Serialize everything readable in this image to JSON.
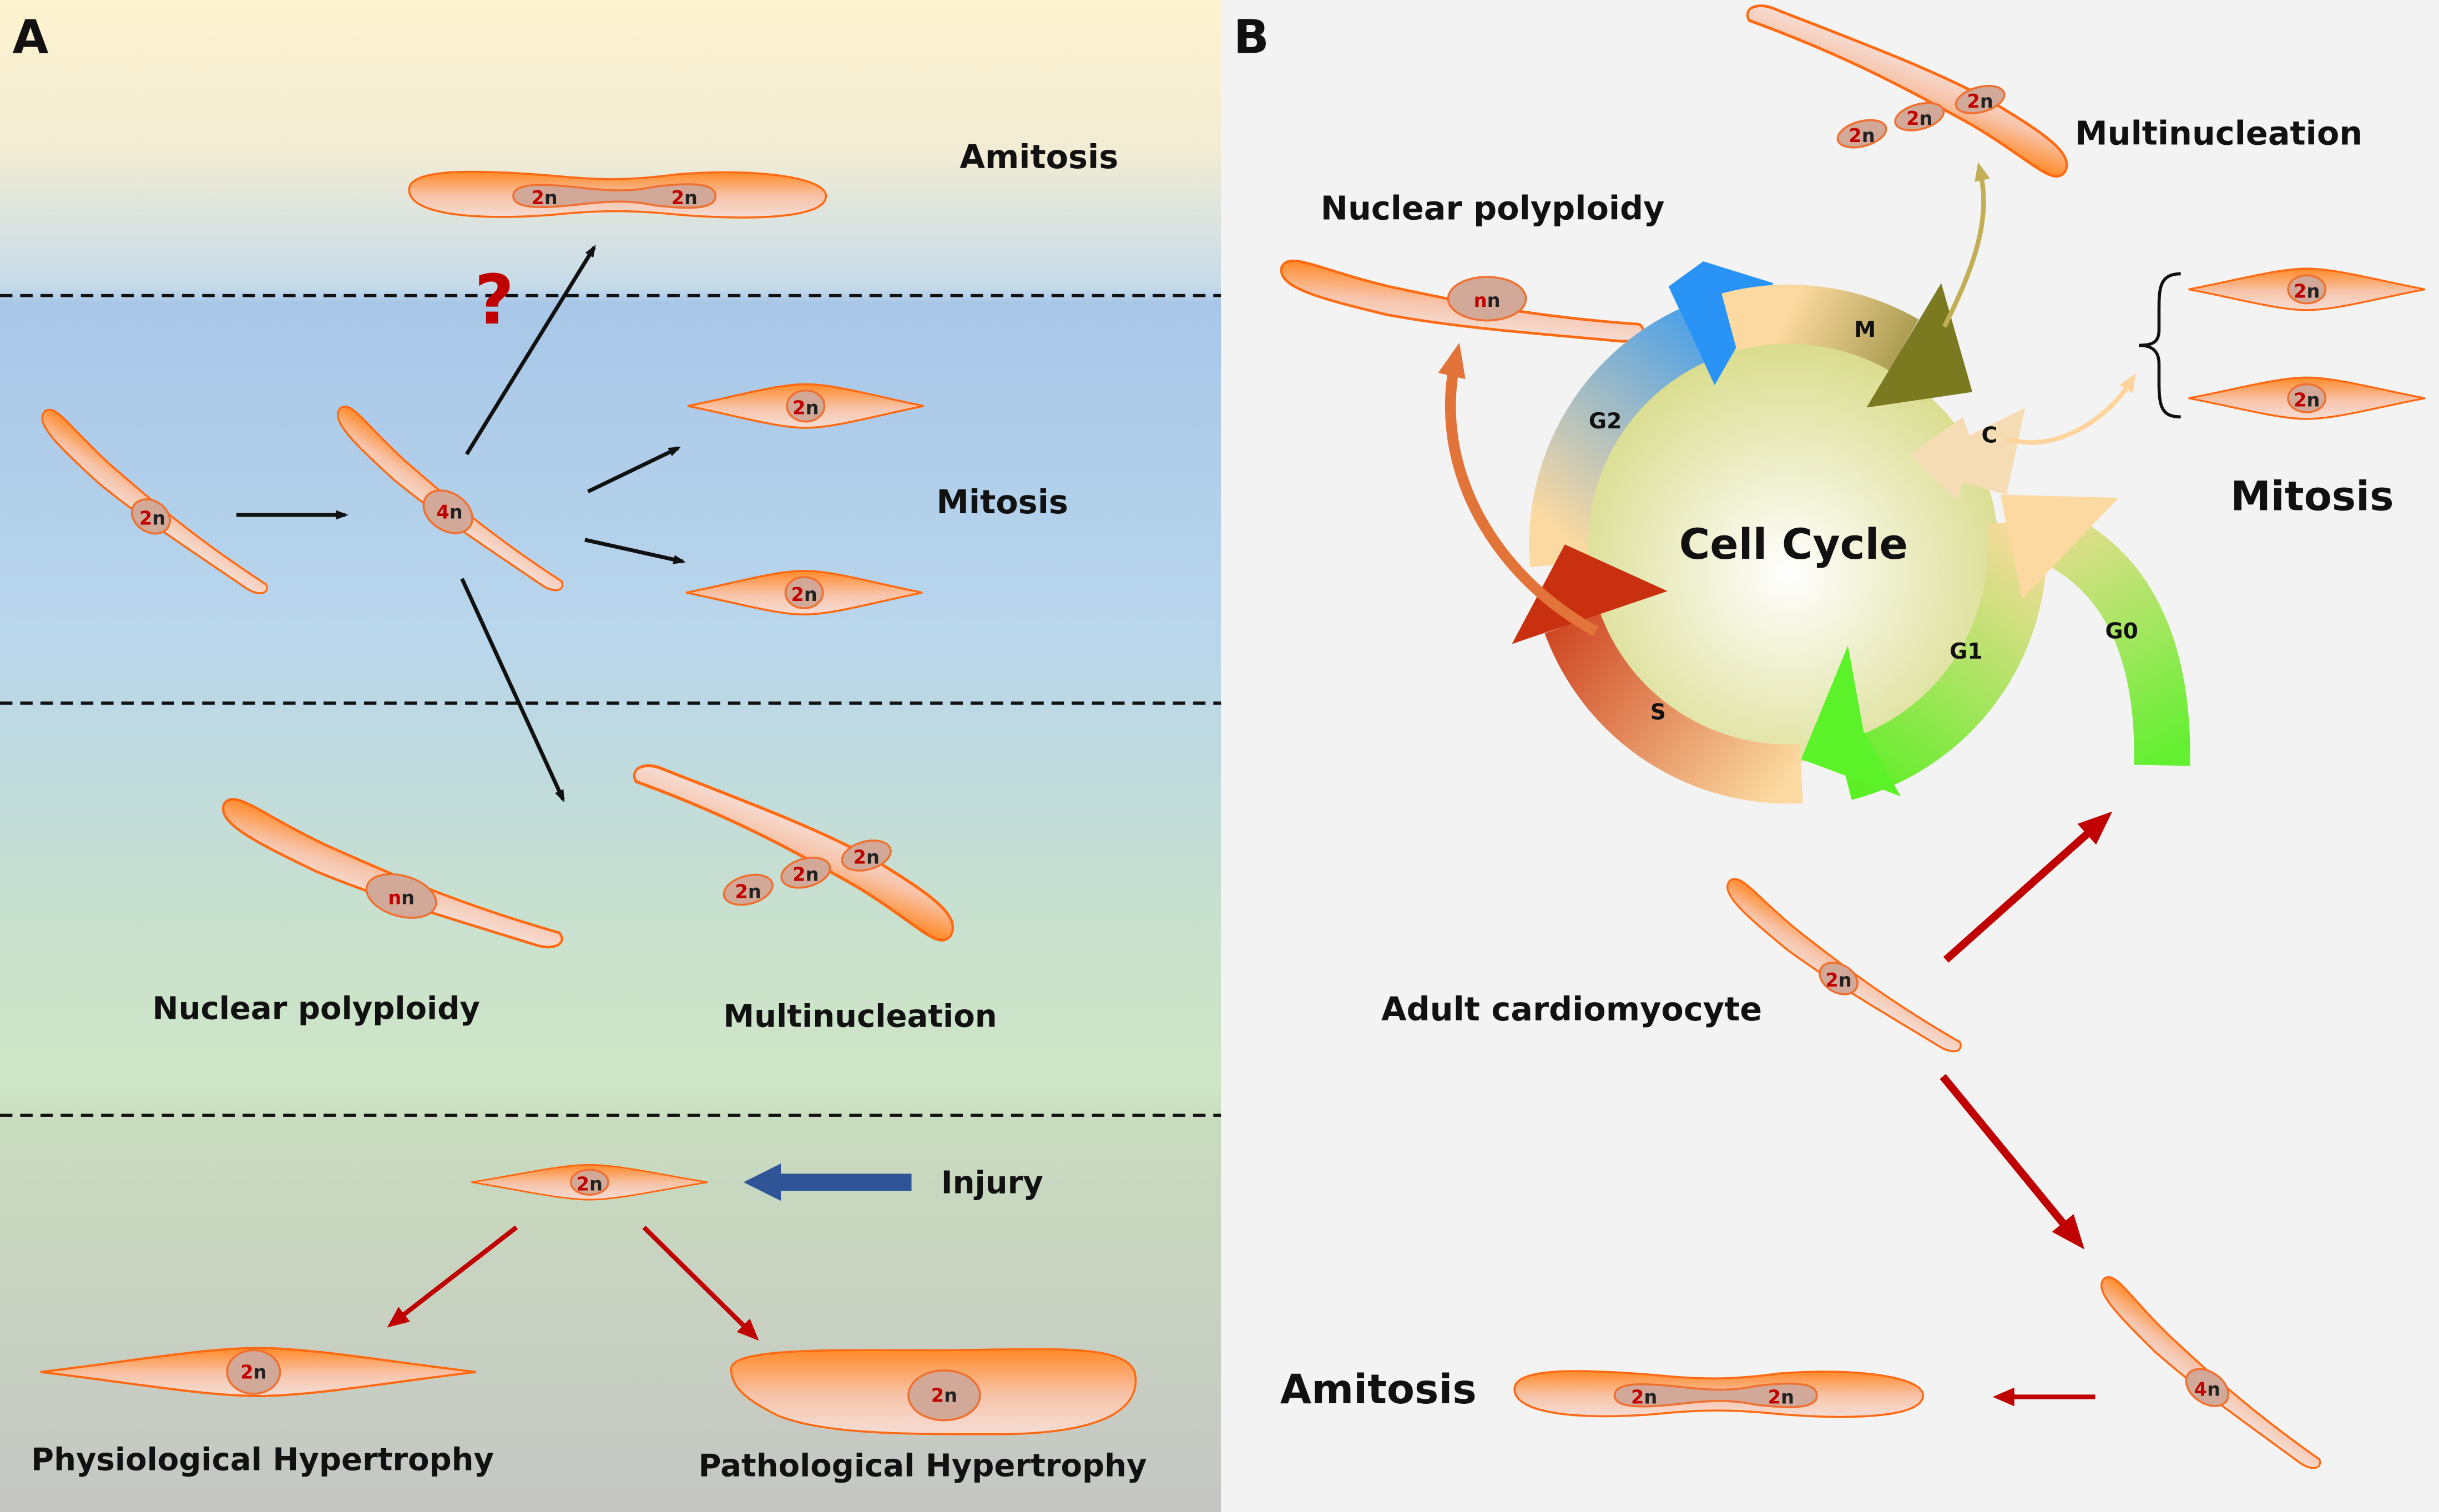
{
  "panel_a": {
    "panel_letter": "A",
    "labels": {
      "amitosis": "Amitosis",
      "mitosis": "Mitosis",
      "nuclear_polyploidy": "Nuclear polyploidy",
      "multinucleation": "Multinucleation",
      "injury": "Injury",
      "physiological_hypertrophy": "Physiological Hypertrophy",
      "pathological_hypertrophy": "Pathological Hypertrophy",
      "question_mark": "?"
    },
    "nuclei": {
      "amitosis_left": "2n",
      "amitosis_right": "2n",
      "start_cell": "2n",
      "tetraploid_cell": "4n",
      "mitosis_top": "2n",
      "mitosis_bottom": "2n",
      "polyploid": "nn",
      "multi_1": "2n",
      "multi_2": "2n",
      "multi_3": "2n",
      "injury_cell": "2n",
      "physiological": "2n",
      "pathological": "2n"
    },
    "colors": {
      "amitosis_band": "#fdf2d0",
      "mitosis_band": "#a7c7e8",
      "polyploidy_band": "#c9e2bf",
      "hypertrophy_band": "#c9cdc6",
      "injury_arrow": "#2f5597",
      "hypertrophy_arrow": "#c00000"
    }
  },
  "panel_b": {
    "panel_letter": "B",
    "labels": {
      "multinucleation": "Multinucleation",
      "nuclear_polyploidy": "Nuclear polyploidy",
      "mitosis": "Mitosis",
      "cell_cycle": "Cell Cycle",
      "adult_cardiomyocyte": "Adult cardiomyocyte",
      "amitosis": "Amitosis"
    },
    "phases": {
      "m": "M",
      "g2": "G2",
      "c": "C",
      "s": "S",
      "g1": "G1",
      "g0": "G0"
    },
    "nuclei": {
      "multi_1": "2n",
      "multi_2": "2n",
      "multi_3": "2n",
      "polyploid": "nn",
      "mitosis_top": "2n",
      "mitosis_bottom": "2n",
      "adult": "2n",
      "tetraploid": "4n",
      "amitosis_left": "2n",
      "amitosis_right": "2n"
    },
    "colors": {
      "background": "#f3f3f3",
      "g2": "#1e90ff",
      "m": "#7a7a1a",
      "s": "#c8300f",
      "g1": "#5cf22a",
      "g0": "#66f030",
      "arrows": "#c00000"
    }
  }
}
